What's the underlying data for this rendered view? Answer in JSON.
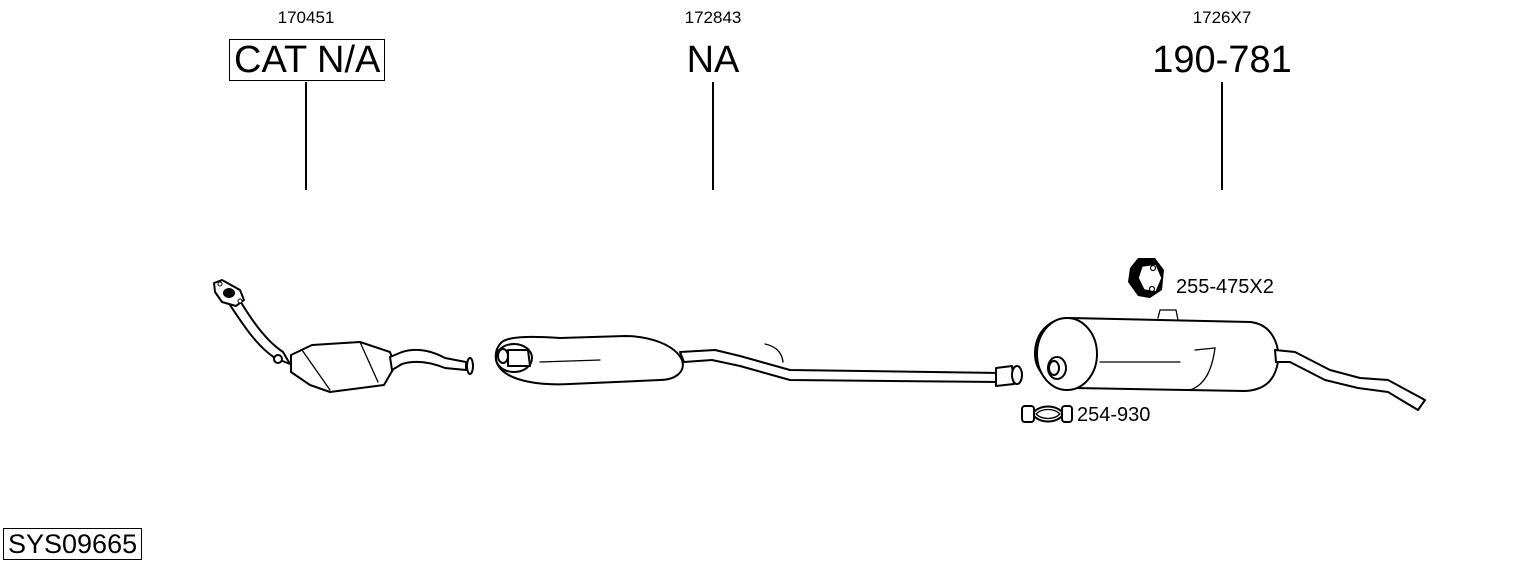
{
  "diagram": {
    "system_id": "SYS09665",
    "parts": [
      {
        "ref": "170451",
        "label": "CAT N/A",
        "boxed": true,
        "component": "catalytic-converter"
      },
      {
        "ref": "172843",
        "label": "NA",
        "boxed": false,
        "component": "middle-silencer"
      },
      {
        "ref": "1726X7",
        "label": "190-781",
        "boxed": false,
        "component": "rear-silencer"
      }
    ],
    "accessories": [
      {
        "label": "255-475X2",
        "icon": "gasket-icon"
      },
      {
        "label": "254-930",
        "icon": "clamp-icon"
      }
    ]
  }
}
